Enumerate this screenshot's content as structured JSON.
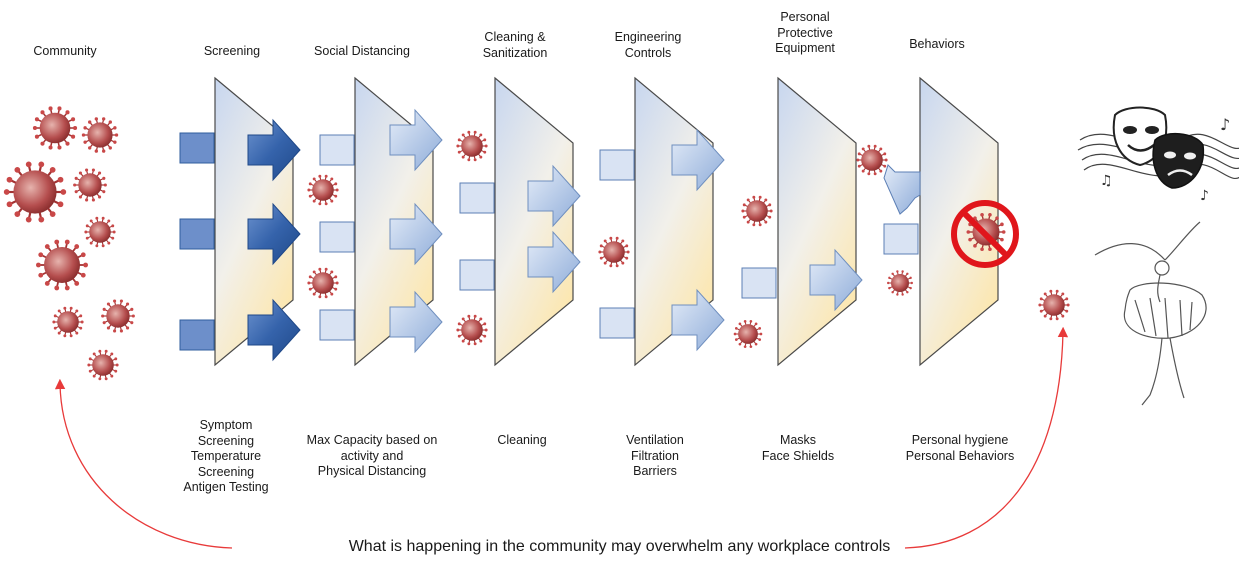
{
  "title": "",
  "community": {
    "label": "Community"
  },
  "stages": [
    {
      "id": "screening",
      "title_lines": [
        "Screening"
      ],
      "desc_lines": [
        "Symptom",
        "Screening",
        "Temperature",
        "Screening",
        "Antigen Testing"
      ]
    },
    {
      "id": "social-distancing",
      "title_lines": [
        "Social Distancing"
      ],
      "desc_lines": [
        "Max Capacity based on",
        "activity and",
        "Physical Distancing"
      ]
    },
    {
      "id": "cleaning",
      "title_lines": [
        "Cleaning &",
        "Sanitization"
      ],
      "desc_lines": [
        "Cleaning"
      ]
    },
    {
      "id": "engineering",
      "title_lines": [
        "Engineering",
        "Controls"
      ],
      "desc_lines": [
        "Ventilation",
        "Filtration",
        "Barriers"
      ]
    },
    {
      "id": "ppe",
      "title_lines": [
        "Personal",
        "Protective",
        "Equipment"
      ],
      "desc_lines": [
        "Masks",
        "Face Shields"
      ]
    },
    {
      "id": "behaviors",
      "title_lines": [
        "Behaviors"
      ],
      "desc_lines": [
        "Personal hygiene",
        "Personal Behaviors"
      ]
    }
  ],
  "caption": "What is happening in the community may overwhelm any workplace controls",
  "colors": {
    "virus": "#b23a3a",
    "virus_spike": "#c94848",
    "arrow_dark": "#2f5d9e",
    "arrow_light": "#b7c9e6",
    "barrier_edge": "#4a4a4a",
    "barrier_top": "#c8d6ee",
    "barrier_bottom": "#fce6b0",
    "prohibit": "#e0161b",
    "curve": "#e83a3a"
  },
  "icons": [
    "virus-icon",
    "arrow-icon",
    "prohibition-icon",
    "theater-masks-icon",
    "ballerina-icon"
  ]
}
